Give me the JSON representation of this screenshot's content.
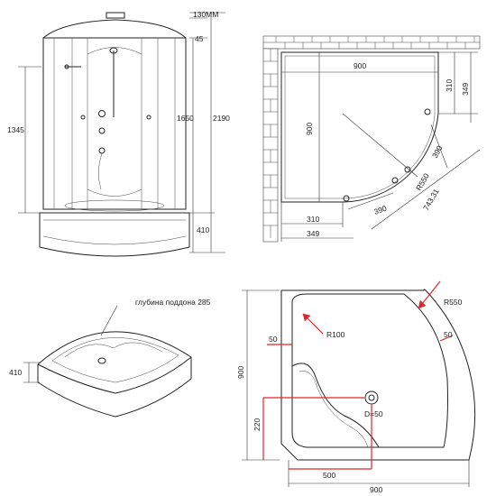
{
  "front_view": {
    "dims": {
      "top_cap": "130MM",
      "roof": "45",
      "height_panel": "1650",
      "total_height": "2190",
      "handle_zone": "1345",
      "tray_height": "410"
    }
  },
  "plan_view": {
    "dims": {
      "width_top": "900",
      "depth_left": "900",
      "straight_right_a": "310",
      "straight_right_b": "349",
      "straight_bottom_a": "310",
      "straight_bottom_b": "349",
      "door_a": "390",
      "door_b": "390",
      "radius": "R550",
      "diag": "743.31"
    }
  },
  "tray_view": {
    "depth_label": "глубина поддона 285",
    "height": "410"
  },
  "tray_plan": {
    "radius_big": "R550",
    "radius_small": "R100",
    "rim_left": "50",
    "rim_right": "50",
    "drain": "D=50",
    "depth": "900",
    "width": "900",
    "drain_offset": "500",
    "drain_y": "220"
  },
  "colors": {
    "accent": "#e0262b",
    "line": "#222222"
  }
}
